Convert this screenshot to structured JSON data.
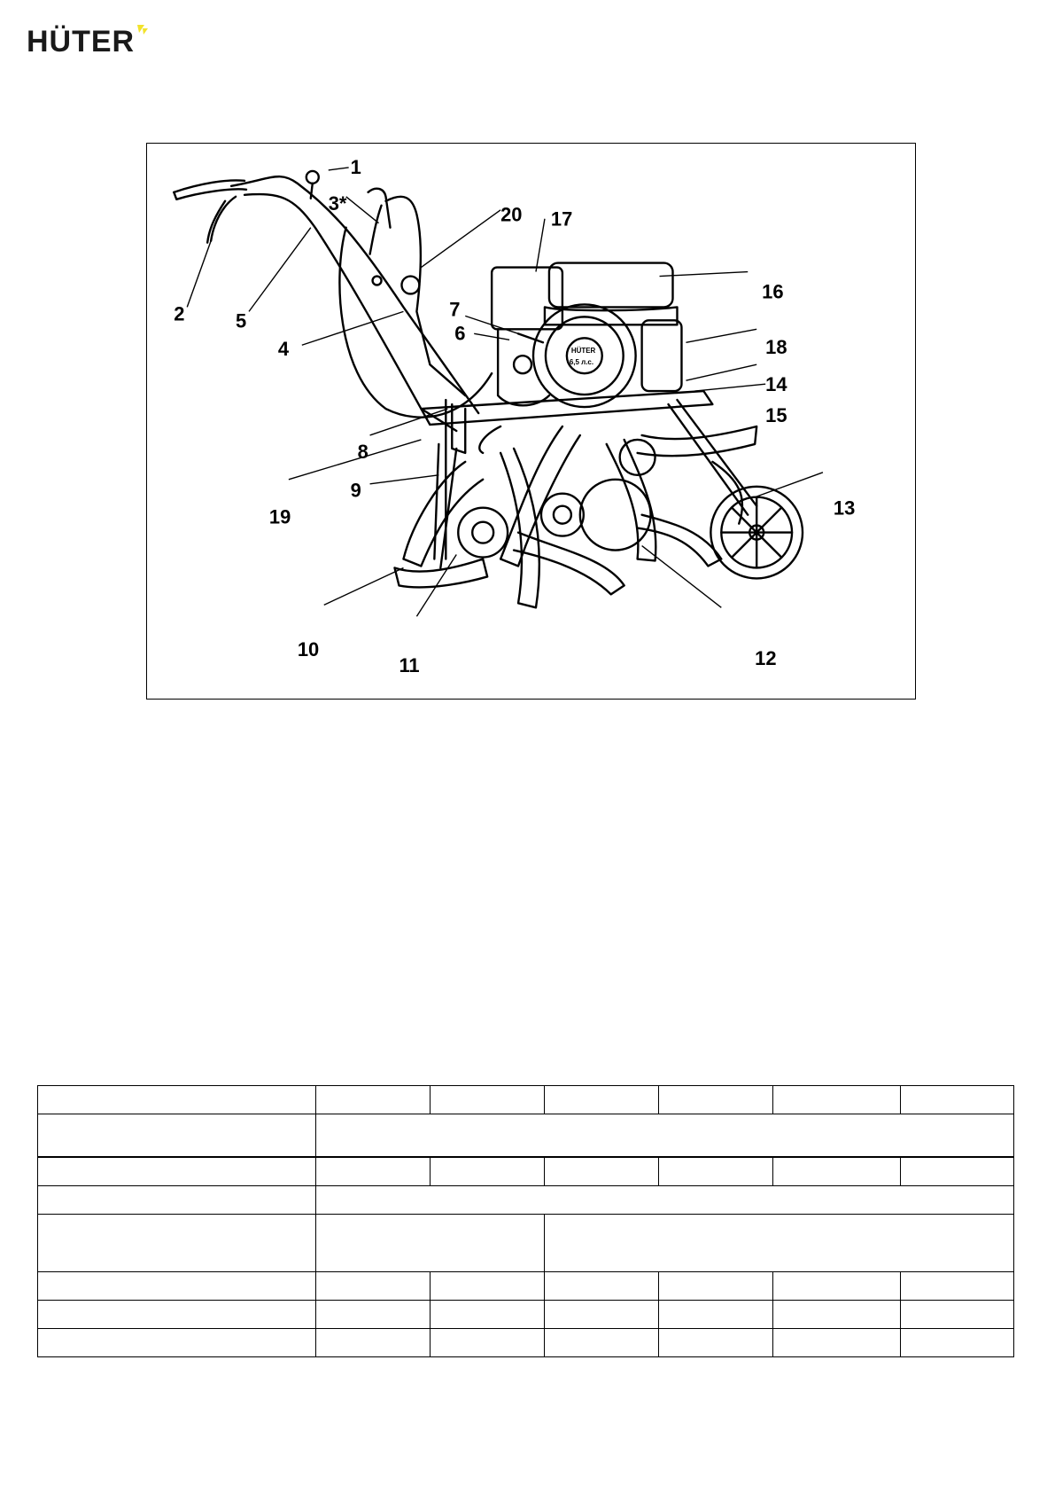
{
  "logo": {
    "brand": "HÜTER",
    "mark_color": "#f2e22b"
  },
  "figure": {
    "callouts": [
      {
        "id": "c1",
        "label": "1"
      },
      {
        "id": "c2",
        "label": "2"
      },
      {
        "id": "c3",
        "label": "3*"
      },
      {
        "id": "c4",
        "label": "4"
      },
      {
        "id": "c5",
        "label": "5"
      },
      {
        "id": "c6",
        "label": "6"
      },
      {
        "id": "c7",
        "label": "7"
      },
      {
        "id": "c8",
        "label": "8"
      },
      {
        "id": "c9",
        "label": "9"
      },
      {
        "id": "c10",
        "label": "10"
      },
      {
        "id": "c11",
        "label": "11"
      },
      {
        "id": "c12",
        "label": "12"
      },
      {
        "id": "c13",
        "label": "13"
      },
      {
        "id": "c14",
        "label": "14"
      },
      {
        "id": "c15",
        "label": "15"
      },
      {
        "id": "c16",
        "label": "16"
      },
      {
        "id": "c17",
        "label": "17"
      },
      {
        "id": "c18",
        "label": "18"
      },
      {
        "id": "c19",
        "label": "19"
      },
      {
        "id": "c20",
        "label": "20"
      }
    ],
    "engine_badge_lines": [
      "HÜTER",
      "6,5 л.с."
    ]
  }
}
